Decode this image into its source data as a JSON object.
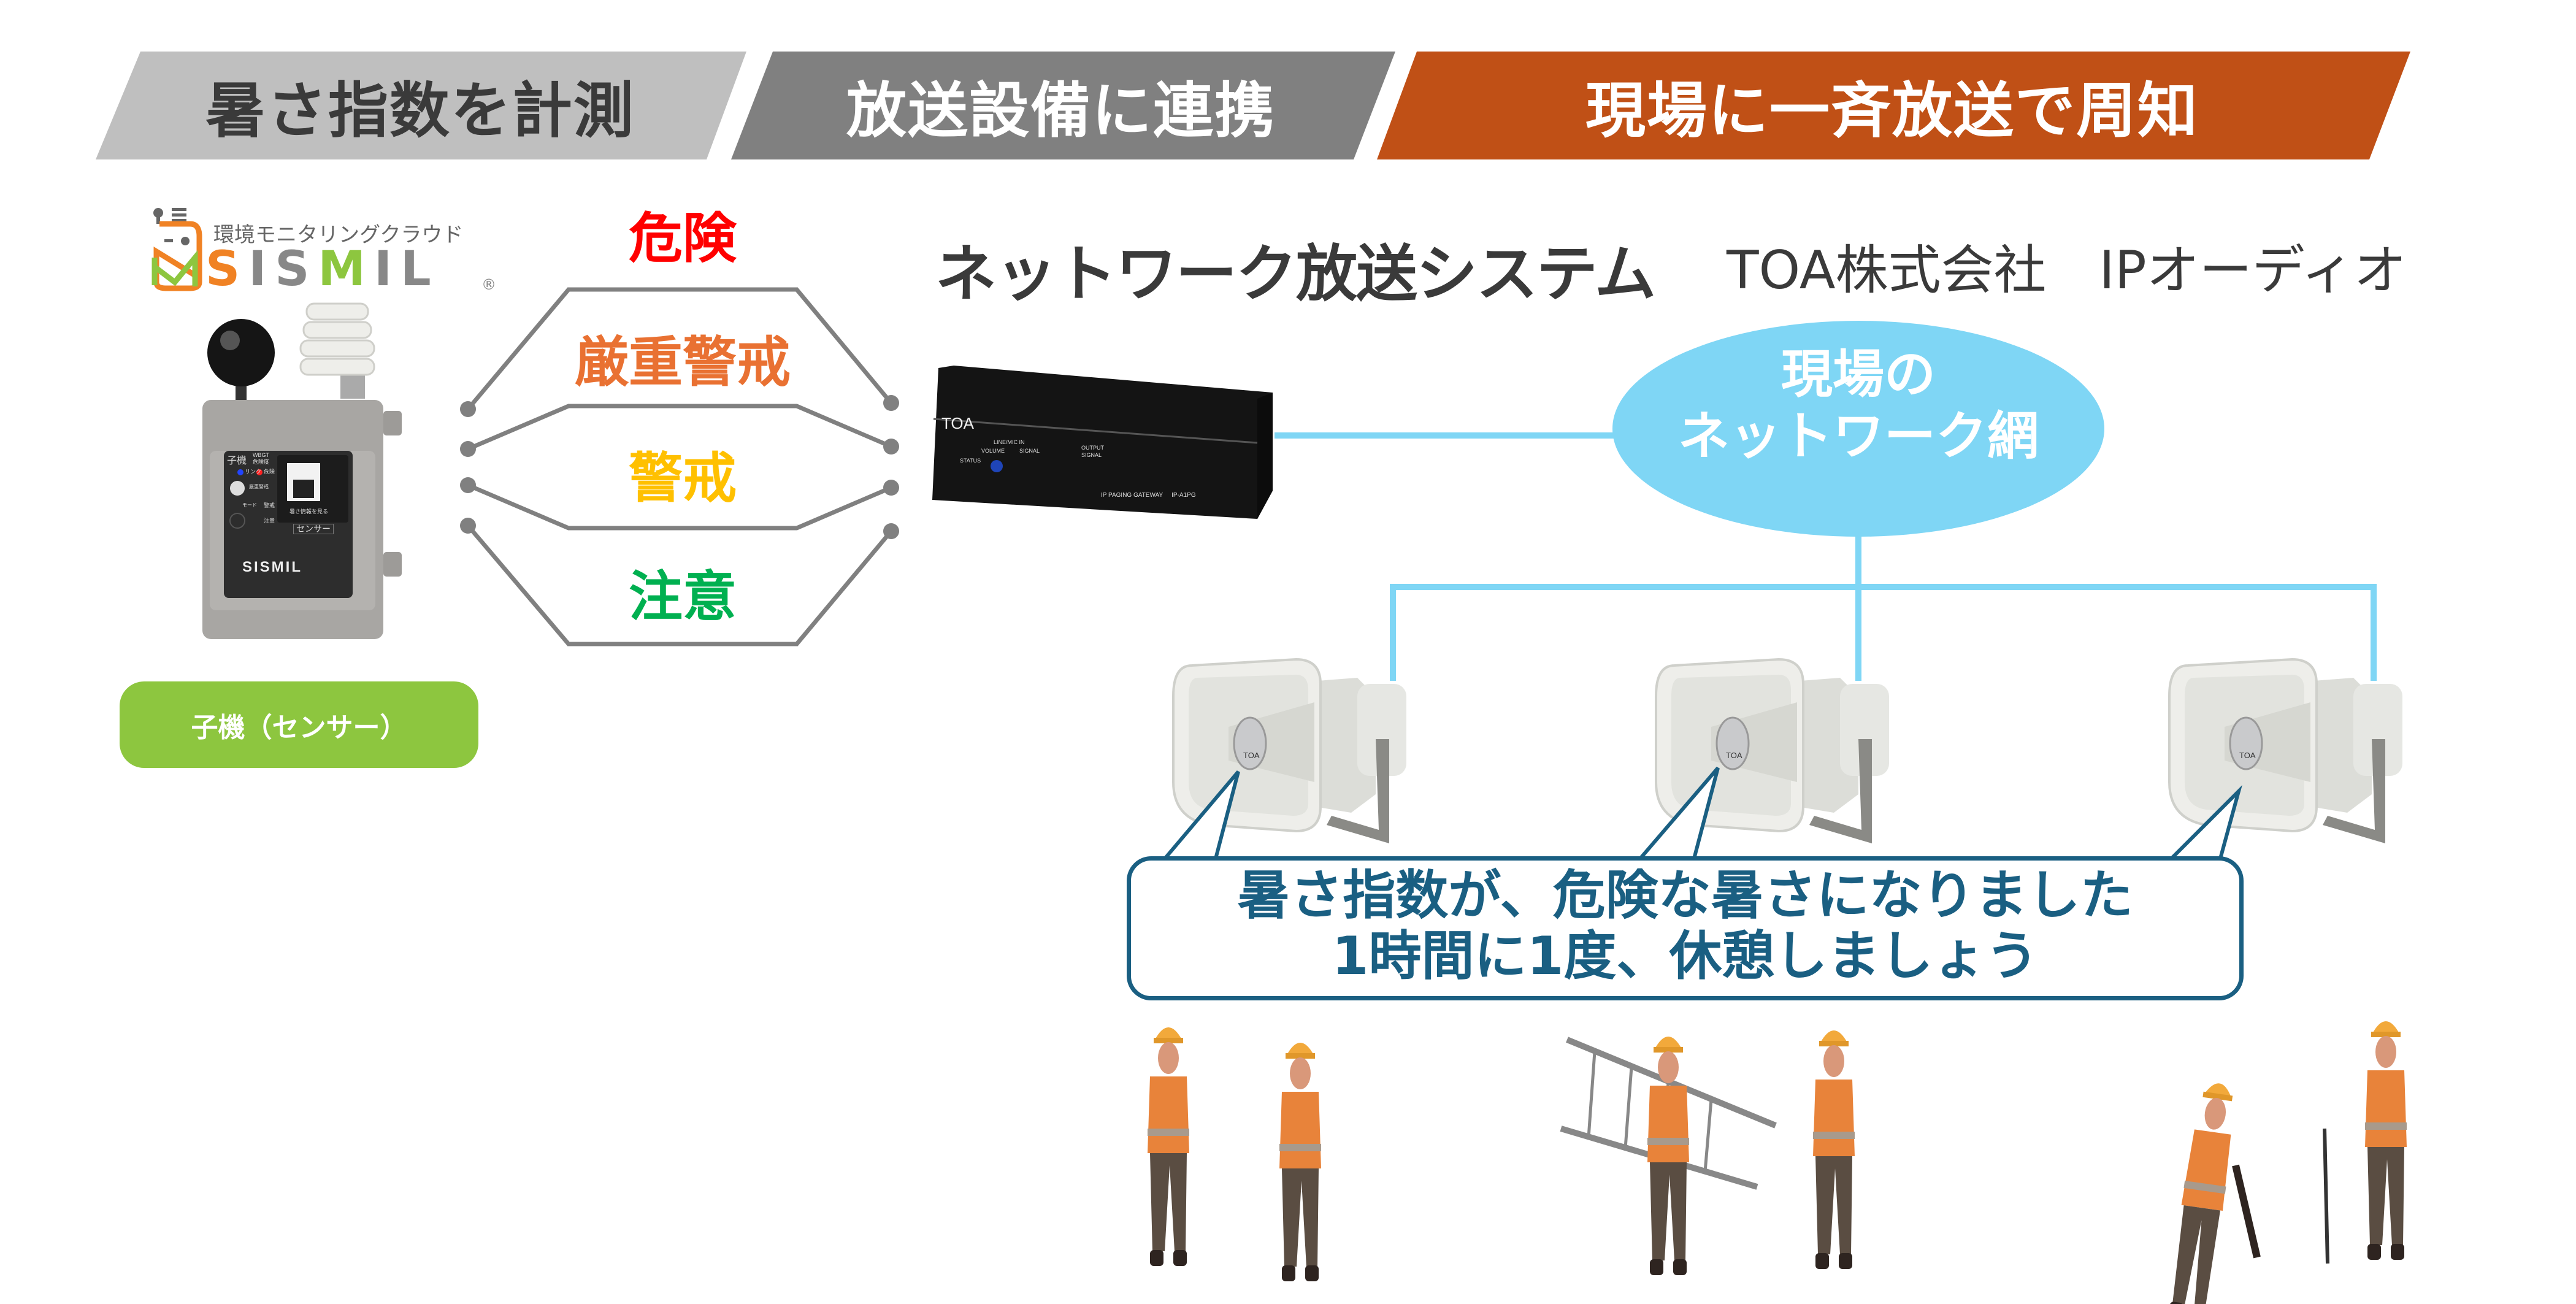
{
  "banner": {
    "steps": [
      {
        "label": "暑さ指数を計測",
        "bg": "#bfbfbf",
        "fg": "#3a3a3a"
      },
      {
        "label": "放送設備に連携",
        "bg": "#808080",
        "fg": "#ffffff"
      },
      {
        "label": "現場に一斉放送で周知",
        "bg": "#c05016",
        "fg": "#ffffff"
      }
    ]
  },
  "logo": {
    "subtitle": "環境モニタリングクラウド",
    "name": "SISMIL",
    "registered": "®"
  },
  "sensor": {
    "panel_title": "子機",
    "wbgt": "WBGT",
    "level_caption": "危険度",
    "link": "リンク",
    "panel_levels": [
      "危険",
      "厳重警戒",
      "警戒",
      "注意"
    ],
    "mode": "モード",
    "sensor_label": "センサー",
    "qr_caption": "暑さ情報を見る",
    "brand": "SISMIL",
    "button_label": "子機（センサー）"
  },
  "levels": [
    {
      "label": "危険",
      "color": "#ff0000"
    },
    {
      "label": "厳重警戒",
      "color": "#e97132"
    },
    {
      "label": "警戒",
      "color": "#ffc000"
    },
    {
      "label": "注意",
      "color": "#00b050"
    }
  ],
  "system": {
    "title": "ネットワーク放送システム",
    "vendor": "TOA株式会社　IPオーディオ"
  },
  "gateway": {
    "brand": "TOA",
    "status": "STATUS",
    "line_mic": "LINE/MIC IN",
    "volume": "VOLUME",
    "signal": "SIGNAL",
    "output": "OUTPUT",
    "output_signal": "SIGNAL",
    "product": "IP PAGING GATEWAY",
    "model": "IP-A1PG"
  },
  "network": {
    "line1": "現場の",
    "line2": "ネットワーク網",
    "color": "#7fd6f5"
  },
  "speakers": {
    "brand": "TOA"
  },
  "announcement": {
    "line1": "暑さ指数が、危険な暑さになりました",
    "line2": "1時間に1度、休憩しましょう",
    "color": "#1a5f82"
  }
}
